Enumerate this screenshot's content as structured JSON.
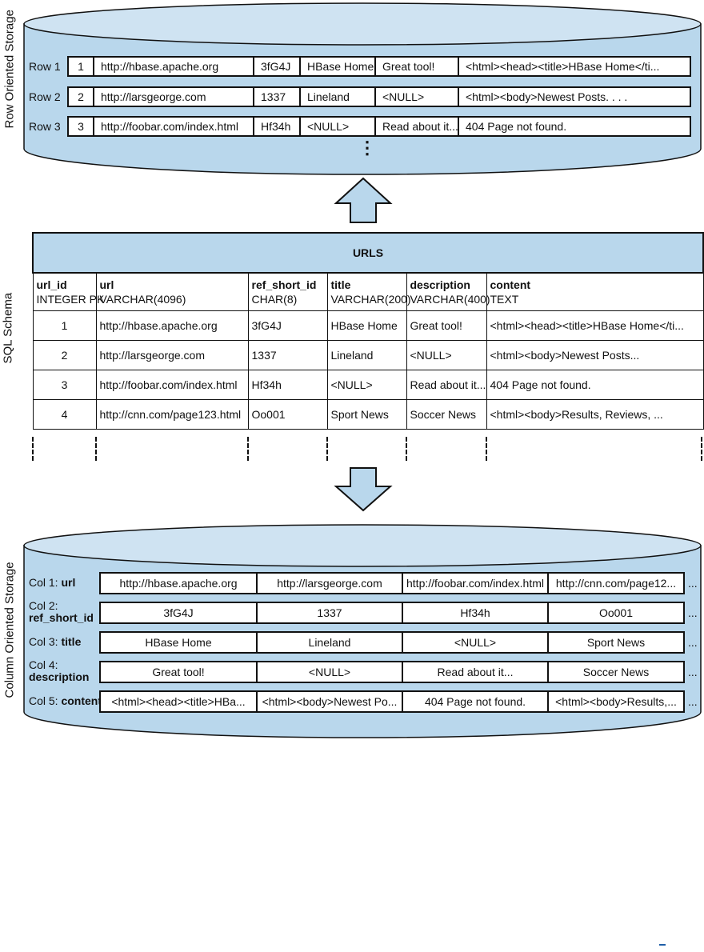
{
  "row_storage": {
    "label": "Row Oriented Storage",
    "rows": [
      {
        "label": "Row 1",
        "cells": [
          "1",
          "http://hbase.apache.org",
          "3fG4J",
          "HBase Home",
          "Great tool!",
          "<html><head><title>HBase Home</ti..."
        ]
      },
      {
        "label": "Row 2",
        "cells": [
          "2",
          "http://larsgeorge.com",
          "1337",
          "Lineland",
          "<NULL>",
          "<html><body>Newest Posts. . . ."
        ]
      },
      {
        "label": "Row 3",
        "cells": [
          "3",
          "http://foobar.com/index.html",
          "Hf34h",
          "<NULL>",
          "Read about it...",
          "404 Page not found."
        ]
      }
    ],
    "ellipsis": "⋮"
  },
  "sql_schema": {
    "label": "SQL Schema",
    "table_title": "URLS",
    "columns": [
      {
        "name": "url_id",
        "type": "INTEGER PK"
      },
      {
        "name": "url",
        "type": "VARCHAR(4096)"
      },
      {
        "name": "ref_short_id",
        "type": "CHAR(8)"
      },
      {
        "name": "title",
        "type": "VARCHAR(200)"
      },
      {
        "name": "description",
        "type": "VARCHAR(400)"
      },
      {
        "name": "content",
        "type": "TEXT"
      }
    ],
    "rows": [
      [
        "1",
        "http://hbase.apache.org",
        "3fG4J",
        "HBase Home",
        "Great tool!",
        "<html><head><title>HBase Home</ti..."
      ],
      [
        "2",
        "http://larsgeorge.com",
        "1337",
        "Lineland",
        "<NULL>",
        "<html><body>Newest Posts..."
      ],
      [
        "3",
        "http://foobar.com/index.html",
        "Hf34h",
        "<NULL>",
        "Read about it...",
        "404 Page not found."
      ],
      [
        "4",
        "http://cnn.com/page123.html",
        "Oo001",
        "Sport News",
        "Soccer News",
        "<html><body>Results, Reviews, ..."
      ]
    ]
  },
  "column_storage": {
    "label": "Column Oriented Storage",
    "columns": [
      {
        "prefix": "Col 1: ",
        "name": "url",
        "values": [
          "http://hbase.apache.org",
          "http://larsgeorge.com",
          "http://foobar.com/index.html",
          "http://cnn.com/page12..."
        ]
      },
      {
        "prefix": "Col 2: ",
        "name": "ref_short_id",
        "values": [
          "3fG4J",
          "1337",
          "Hf34h",
          "Oo001"
        ]
      },
      {
        "prefix": "Col 3: ",
        "name": "title",
        "values": [
          "HBase Home",
          "Lineland",
          "<NULL>",
          "Sport News"
        ]
      },
      {
        "prefix": "Col 4: ",
        "name": "description",
        "values": [
          "Great tool!",
          "<NULL>",
          "Read about it...",
          "Soccer News"
        ]
      },
      {
        "prefix": "Col 5: ",
        "name": "content",
        "values": [
          "<html><head><title>HBa...",
          "<html><body>Newest Po...",
          "404 Page not found.",
          "<html><body>Results,..."
        ]
      }
    ],
    "more": "..."
  },
  "colors": {
    "fill": "#b9d7ec",
    "top_fill": "#cfe3f2",
    "stroke": "#111111"
  }
}
